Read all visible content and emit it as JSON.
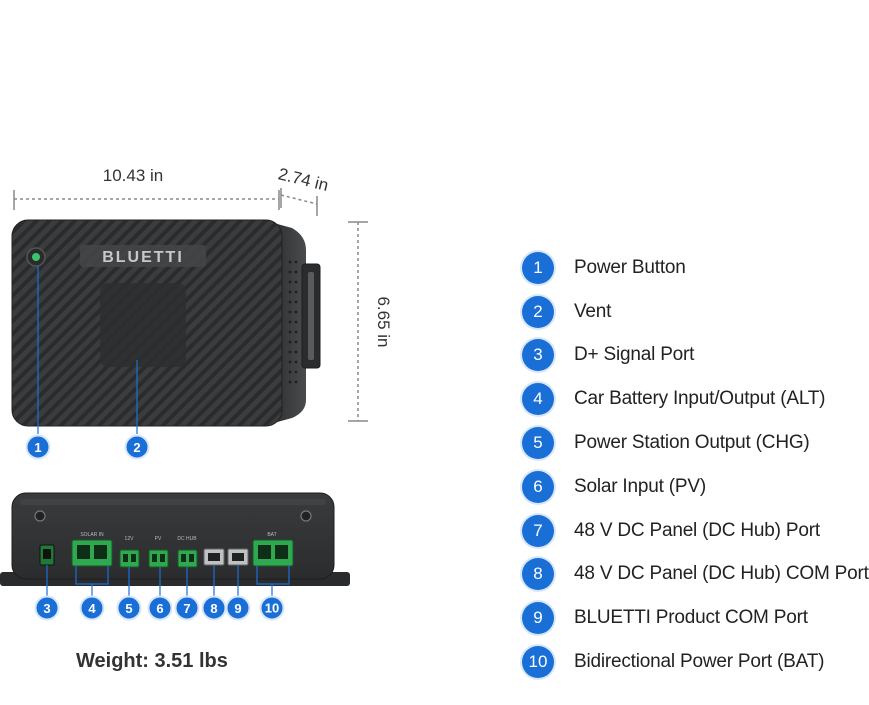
{
  "dimensions": {
    "width": "10.43 in",
    "depth": "2.74 in",
    "height": "6.65 in"
  },
  "brand": "BLUETTI",
  "device_callouts": {
    "top_view": [
      "1",
      "2"
    ],
    "ports_view": [
      "3",
      "4",
      "5",
      "6",
      "7",
      "8",
      "9",
      "10"
    ]
  },
  "port_labels": [
    "SOLAR IN",
    "12V",
    "PV",
    "DC HUB",
    "BAT"
  ],
  "legend": [
    {
      "num": "1",
      "label": "Power Button"
    },
    {
      "num": "2",
      "label": "Vent"
    },
    {
      "num": "3",
      "label": "D+ Signal Port"
    },
    {
      "num": "4",
      "label": "Car Battery Input/Output (ALT)"
    },
    {
      "num": "5",
      "label": "Power Station Output (CHG)"
    },
    {
      "num": "6",
      "label": "Solar Input (PV)"
    },
    {
      "num": "7",
      "label": "48 V DC Panel (DC Hub) Port"
    },
    {
      "num": "8",
      "label": "48 V DC Panel (DC Hub) COM Port"
    },
    {
      "num": "9",
      "label": "BLUETTI Product COM Port"
    },
    {
      "num": "10",
      "label": "Bidirectional Power Port (BAT)"
    }
  ],
  "weight": "Weight: 3.51 lbs",
  "colors": {
    "badge": "#1a6fd6",
    "device_body": "#3a3b3d",
    "port_green": "#2fa84f",
    "power_led": "#3ac46a"
  }
}
